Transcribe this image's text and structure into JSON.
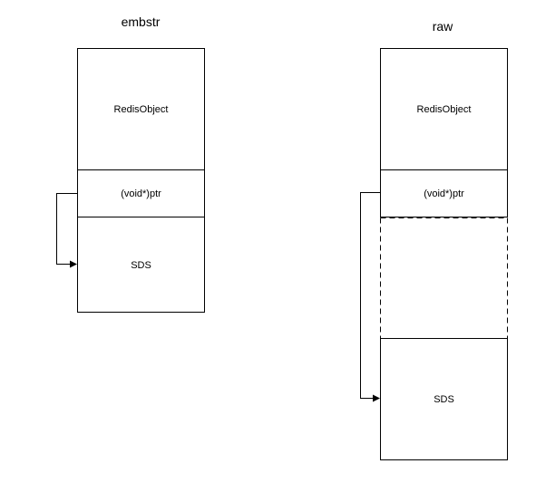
{
  "diagram": {
    "stroke_color": "#000000",
    "background_color": "#ffffff",
    "embstr": {
      "title": "embstr",
      "redis_object_label": "RedisObject",
      "ptr_label": "(void*)ptr",
      "sds_label": "SDS"
    },
    "raw": {
      "title": "raw",
      "redis_object_label": "RedisObject",
      "ptr_label": "(void*)ptr",
      "sds_label": "SDS"
    }
  }
}
